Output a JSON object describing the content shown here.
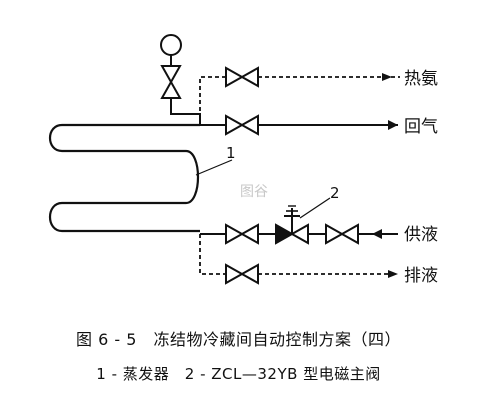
{
  "lines": {
    "hot_ammonia": "热氨",
    "return_gas": "回气",
    "supply_liquid": "供液",
    "drain_liquid": "排液"
  },
  "callouts": {
    "evaporator_num": "1",
    "solenoid_num": "2"
  },
  "watermark": "图谷",
  "caption": {
    "title": "图 6 - 5　冻结物冷藏间自动控制方案（四）",
    "legend": "1 - 蒸发器　2 - ZCL—32YB 型电磁主阀"
  }
}
